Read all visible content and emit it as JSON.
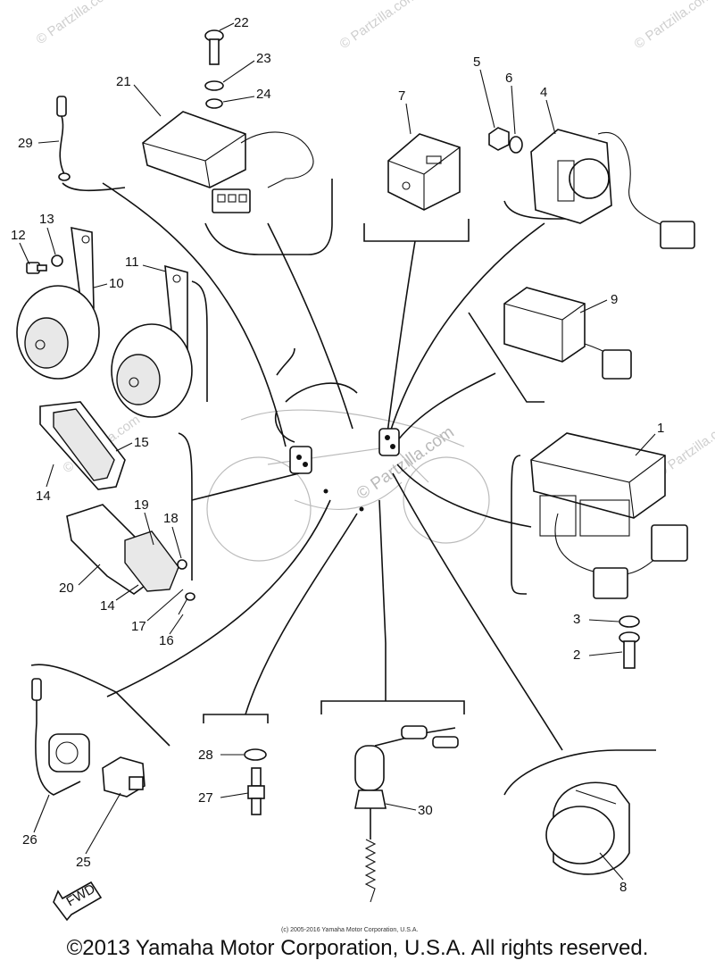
{
  "diagram": {
    "part_numbers": [
      "1",
      "2",
      "3",
      "4",
      "5",
      "6",
      "7",
      "8",
      "9",
      "10",
      "11",
      "12",
      "13",
      "14",
      "15",
      "16",
      "17",
      "18",
      "19",
      "20",
      "21",
      "22",
      "23",
      "24",
      "25",
      "26",
      "27",
      "28",
      "29",
      "30"
    ],
    "second_label_14": "14",
    "direction_tag": "FWD",
    "fine_print": "(c) 2005-2016 Yamaha Motor Corporation, U.S.A.",
    "watermark_small": "© Partzilla.com",
    "watermark_big": "© Partzilla.com"
  },
  "footer": {
    "copyright": "©2013 Yamaha Motor Corporation, U.S.A. All rights reserved."
  }
}
